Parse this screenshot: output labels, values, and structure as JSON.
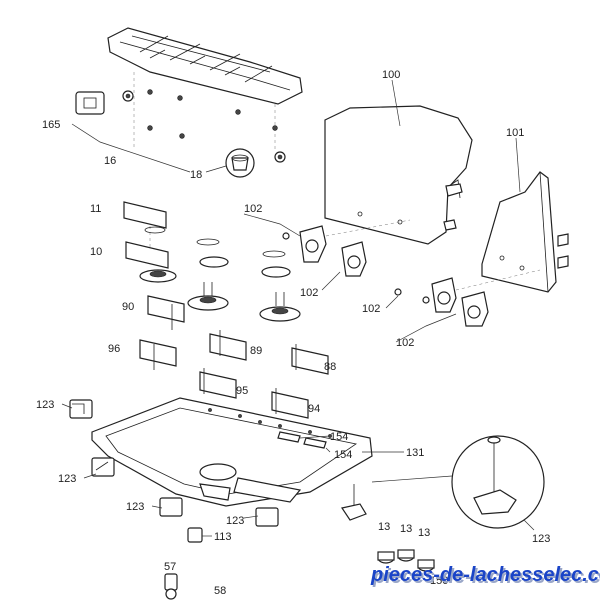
{
  "labels": {
    "l11": "11",
    "l10": "10",
    "l16": "16",
    "l18": "18",
    "l165": "165",
    "l90": "90",
    "l96": "96",
    "l89": "89",
    "l88": "88",
    "l95": "95",
    "l94": "94",
    "l100": "100",
    "l101": "101",
    "l102a": "102",
    "l102b": "102",
    "l102c": "102",
    "l102d": "102",
    "l123a": "123",
    "l123b": "123",
    "l123c": "123",
    "l123d": "123",
    "l123e": "123",
    "l154a": "154",
    "l154b": "154",
    "l131": "131",
    "l113": "113",
    "l13a": "13",
    "l13b": "13",
    "l13c": "13",
    "l57": "57",
    "l58": "58",
    "l150": "150"
  },
  "watermark": "pieces-de-lachesselec.com",
  "colors": {
    "line": "#222222",
    "watermark": "#1a44c8",
    "watermark_shadow": "#9aa7c8"
  }
}
